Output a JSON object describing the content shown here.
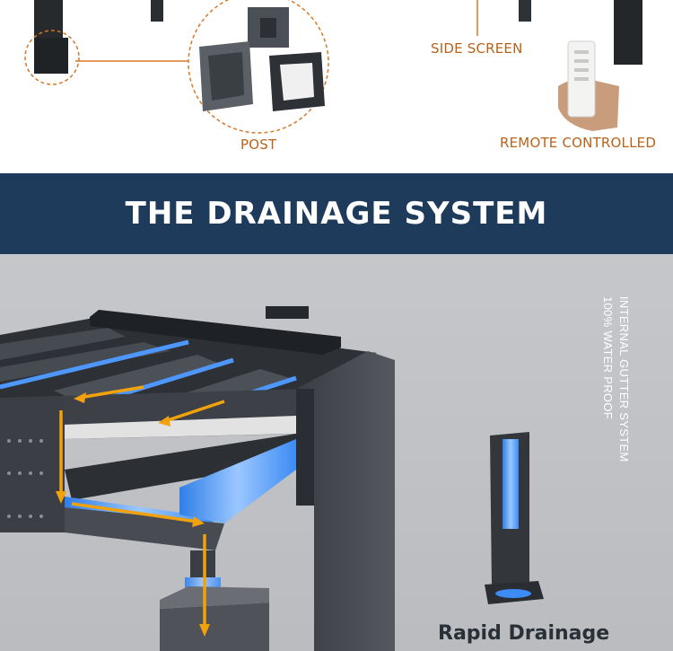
{
  "labels": {
    "post": "POST",
    "side_screen": "SIDE SCREEN",
    "remote": "REMOTE CONTROLLED"
  },
  "banner": {
    "title": "THE DRAINAGE SYSTEM"
  },
  "drainage": {
    "vertical_line_1": "INTERNAL GUTTER SYSTEM",
    "vertical_line_2": "100% WATER PROOF",
    "caption": "Rapid Drainage"
  },
  "colors": {
    "accent_orange": "#b8621a",
    "banner_navy": "#1f3b5b",
    "arrow_yellow": "#f2a20c",
    "water_blue": "#3d8bf5"
  }
}
